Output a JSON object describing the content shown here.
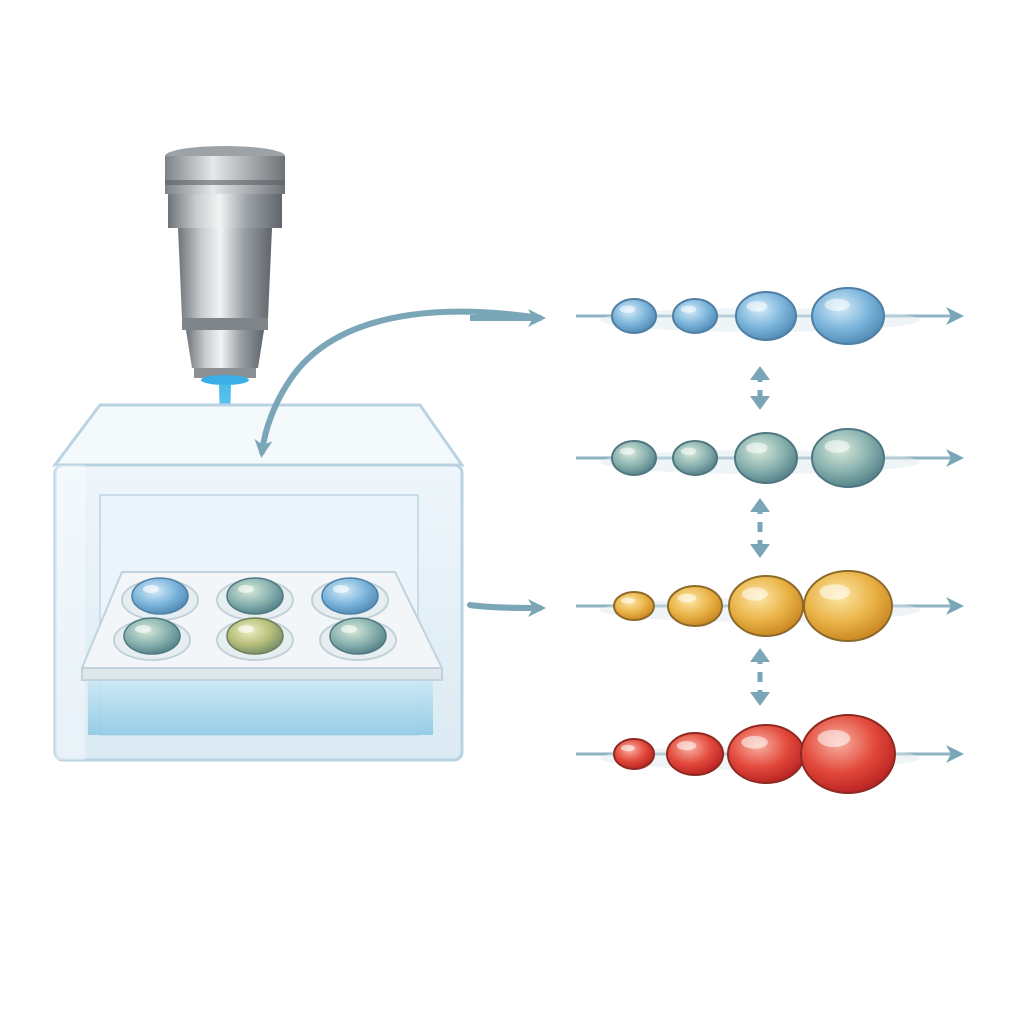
{
  "diagram": {
    "palette": {
      "background": "#ffffff",
      "arrow": "#7aa6b8",
      "beam": "#5fc6ee",
      "chamber_edge": "#b9d3e3",
      "medium": "#a7d7ec",
      "stage": "#b98c54",
      "blue": "#6aa6cf",
      "teal": "#7fa8a6",
      "yellow": "#e4ac3a",
      "red": "#e0403a"
    },
    "plate": {
      "wells": [
        {
          "row": 1,
          "col": 1,
          "tone": "blue"
        },
        {
          "row": 1,
          "col": 2,
          "tone": "teal"
        },
        {
          "row": 1,
          "col": 3,
          "tone": "blue"
        },
        {
          "row": 2,
          "col": 1,
          "tone": "teal"
        },
        {
          "row": 2,
          "col": 2,
          "tone": "olive"
        },
        {
          "row": 2,
          "col": 3,
          "tone": "teal"
        }
      ]
    },
    "tracks": [
      {
        "color": "blue",
        "cells": 4
      },
      {
        "color": "teal",
        "cells": 4
      },
      {
        "color": "yellow",
        "cells": 4
      },
      {
        "color": "red",
        "cells": 4
      }
    ],
    "icons": [
      "microscope-objective-icon",
      "incubation-chamber-icon",
      "well-plate-icon",
      "cell-icon",
      "arrow-icon"
    ]
  }
}
